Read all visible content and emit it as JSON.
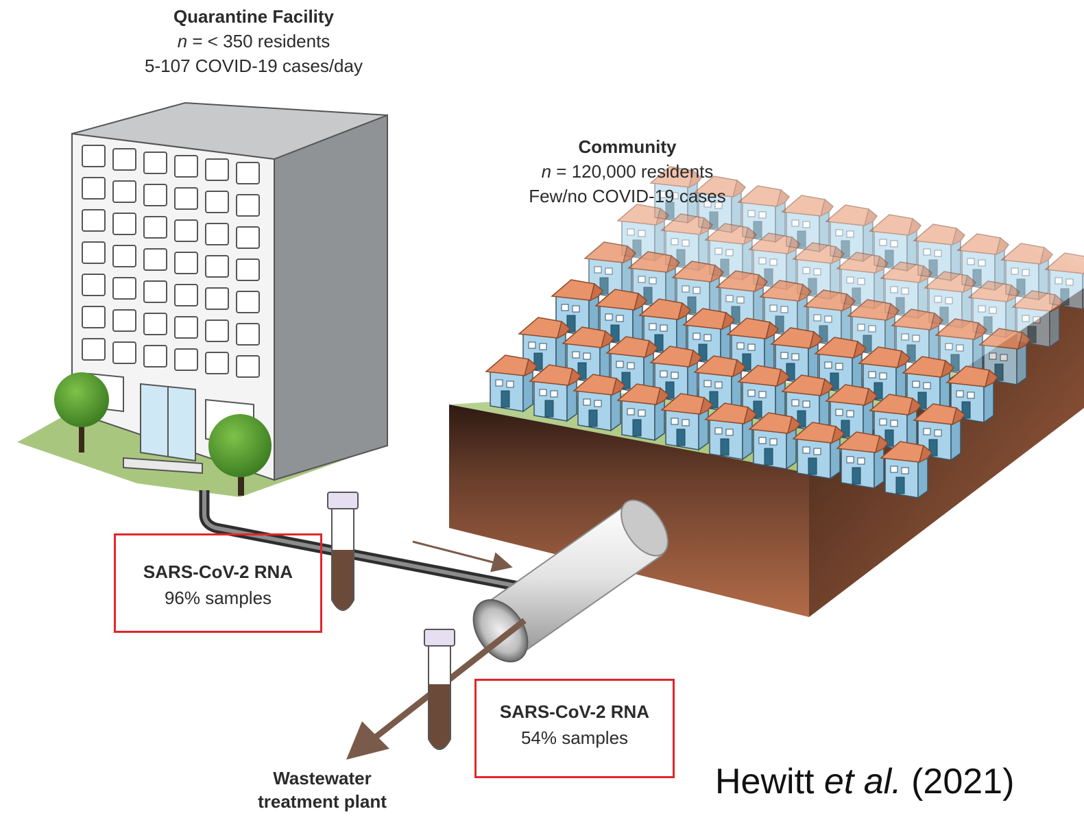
{
  "facility": {
    "title": "Quarantine Facility",
    "n_italic": "n",
    "n_rest": " = < 350 residents",
    "cases": "5-107 COVID-19 cases/day"
  },
  "community": {
    "title": "Community",
    "n_italic": "n",
    "n_rest": " = 120,000 residents",
    "cases": "Few/no COVID-19 cases"
  },
  "callouts": [
    {
      "title": "SARS-CoV-2 RNA",
      "value": "96% samples"
    },
    {
      "title": "SARS-CoV-2 RNA",
      "value": "54% samples"
    }
  ],
  "destination": {
    "line1": "Wastewater",
    "line2": "treatment plant"
  },
  "citation": {
    "author": "Hewitt ",
    "etal": "et al.",
    "year": " (2021)"
  },
  "colors": {
    "callout_border": "#e0262b",
    "wastewater": "#6b4a3a",
    "soil_top": "#3a2318",
    "soil_bottom": "#b06a47",
    "grass": "#a9c77f",
    "house_wall": "#a8d3ea",
    "roof": "#e8936a"
  }
}
